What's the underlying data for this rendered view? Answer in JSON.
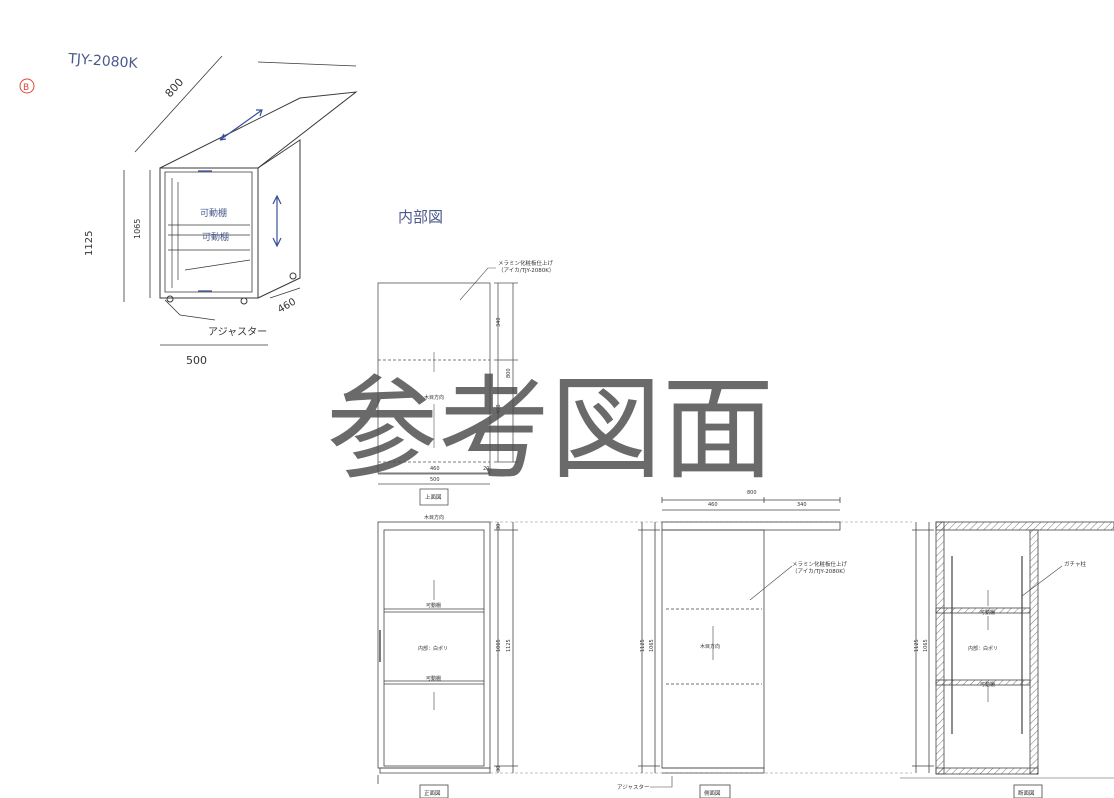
{
  "sketch": {
    "model": "TJY-2080K",
    "mark": "B",
    "dim_depth": "800",
    "dim_height": "1125",
    "dim_inner": "1065",
    "dim_width": "500",
    "dim_side": "460",
    "shelf_1": "可動棚",
    "shelf_2": "可動棚",
    "adjuster": "アジャスター",
    "inside_title": "内部図"
  },
  "plan": {
    "note_line1": "メラミン化粧板仕上げ",
    "note_line2": "（アイカ/TJY-2080K）",
    "dim_340": "340",
    "dim_460": "460",
    "dim_800": "800",
    "grain_label": "木目方向",
    "dim_460_bottom": "460",
    "dim_20": "20",
    "dim_500": "500",
    "caption": "上面図"
  },
  "front": {
    "top_label": "木目方向",
    "shelf_1": "可動棚",
    "shelf_2": "可動棚",
    "inside": "内部：白ポリ",
    "dim_1065": "1065",
    "dim_1125": "1125",
    "dim_30_top": "30",
    "dim_30_bottom": "30",
    "caption": "正面図"
  },
  "side": {
    "dim_800": "800",
    "dim_460": "460",
    "dim_340": "340",
    "note_line1": "メラミン化粧板仕上げ",
    "note_line2": "（アイカ/TJY-2080K）",
    "grain_label": "木目方向",
    "dim_1125": "1125",
    "dim_1065": "1065",
    "adjuster": "アジャスター",
    "caption": "側面図"
  },
  "section": {
    "post_label": "ガチャ柱",
    "shelf_1": "可動棚",
    "shelf_2": "可動棚",
    "inside": "内部：白ポリ",
    "dim_1125": "1125",
    "dim_1065": "1065",
    "caption": "断面図"
  },
  "watermark": "参考図面",
  "colors": {
    "ink": "#333333",
    "blue_ink": "#3b4f9a",
    "red_mark": "#e0463a",
    "watermark": "#4a4a4a"
  }
}
